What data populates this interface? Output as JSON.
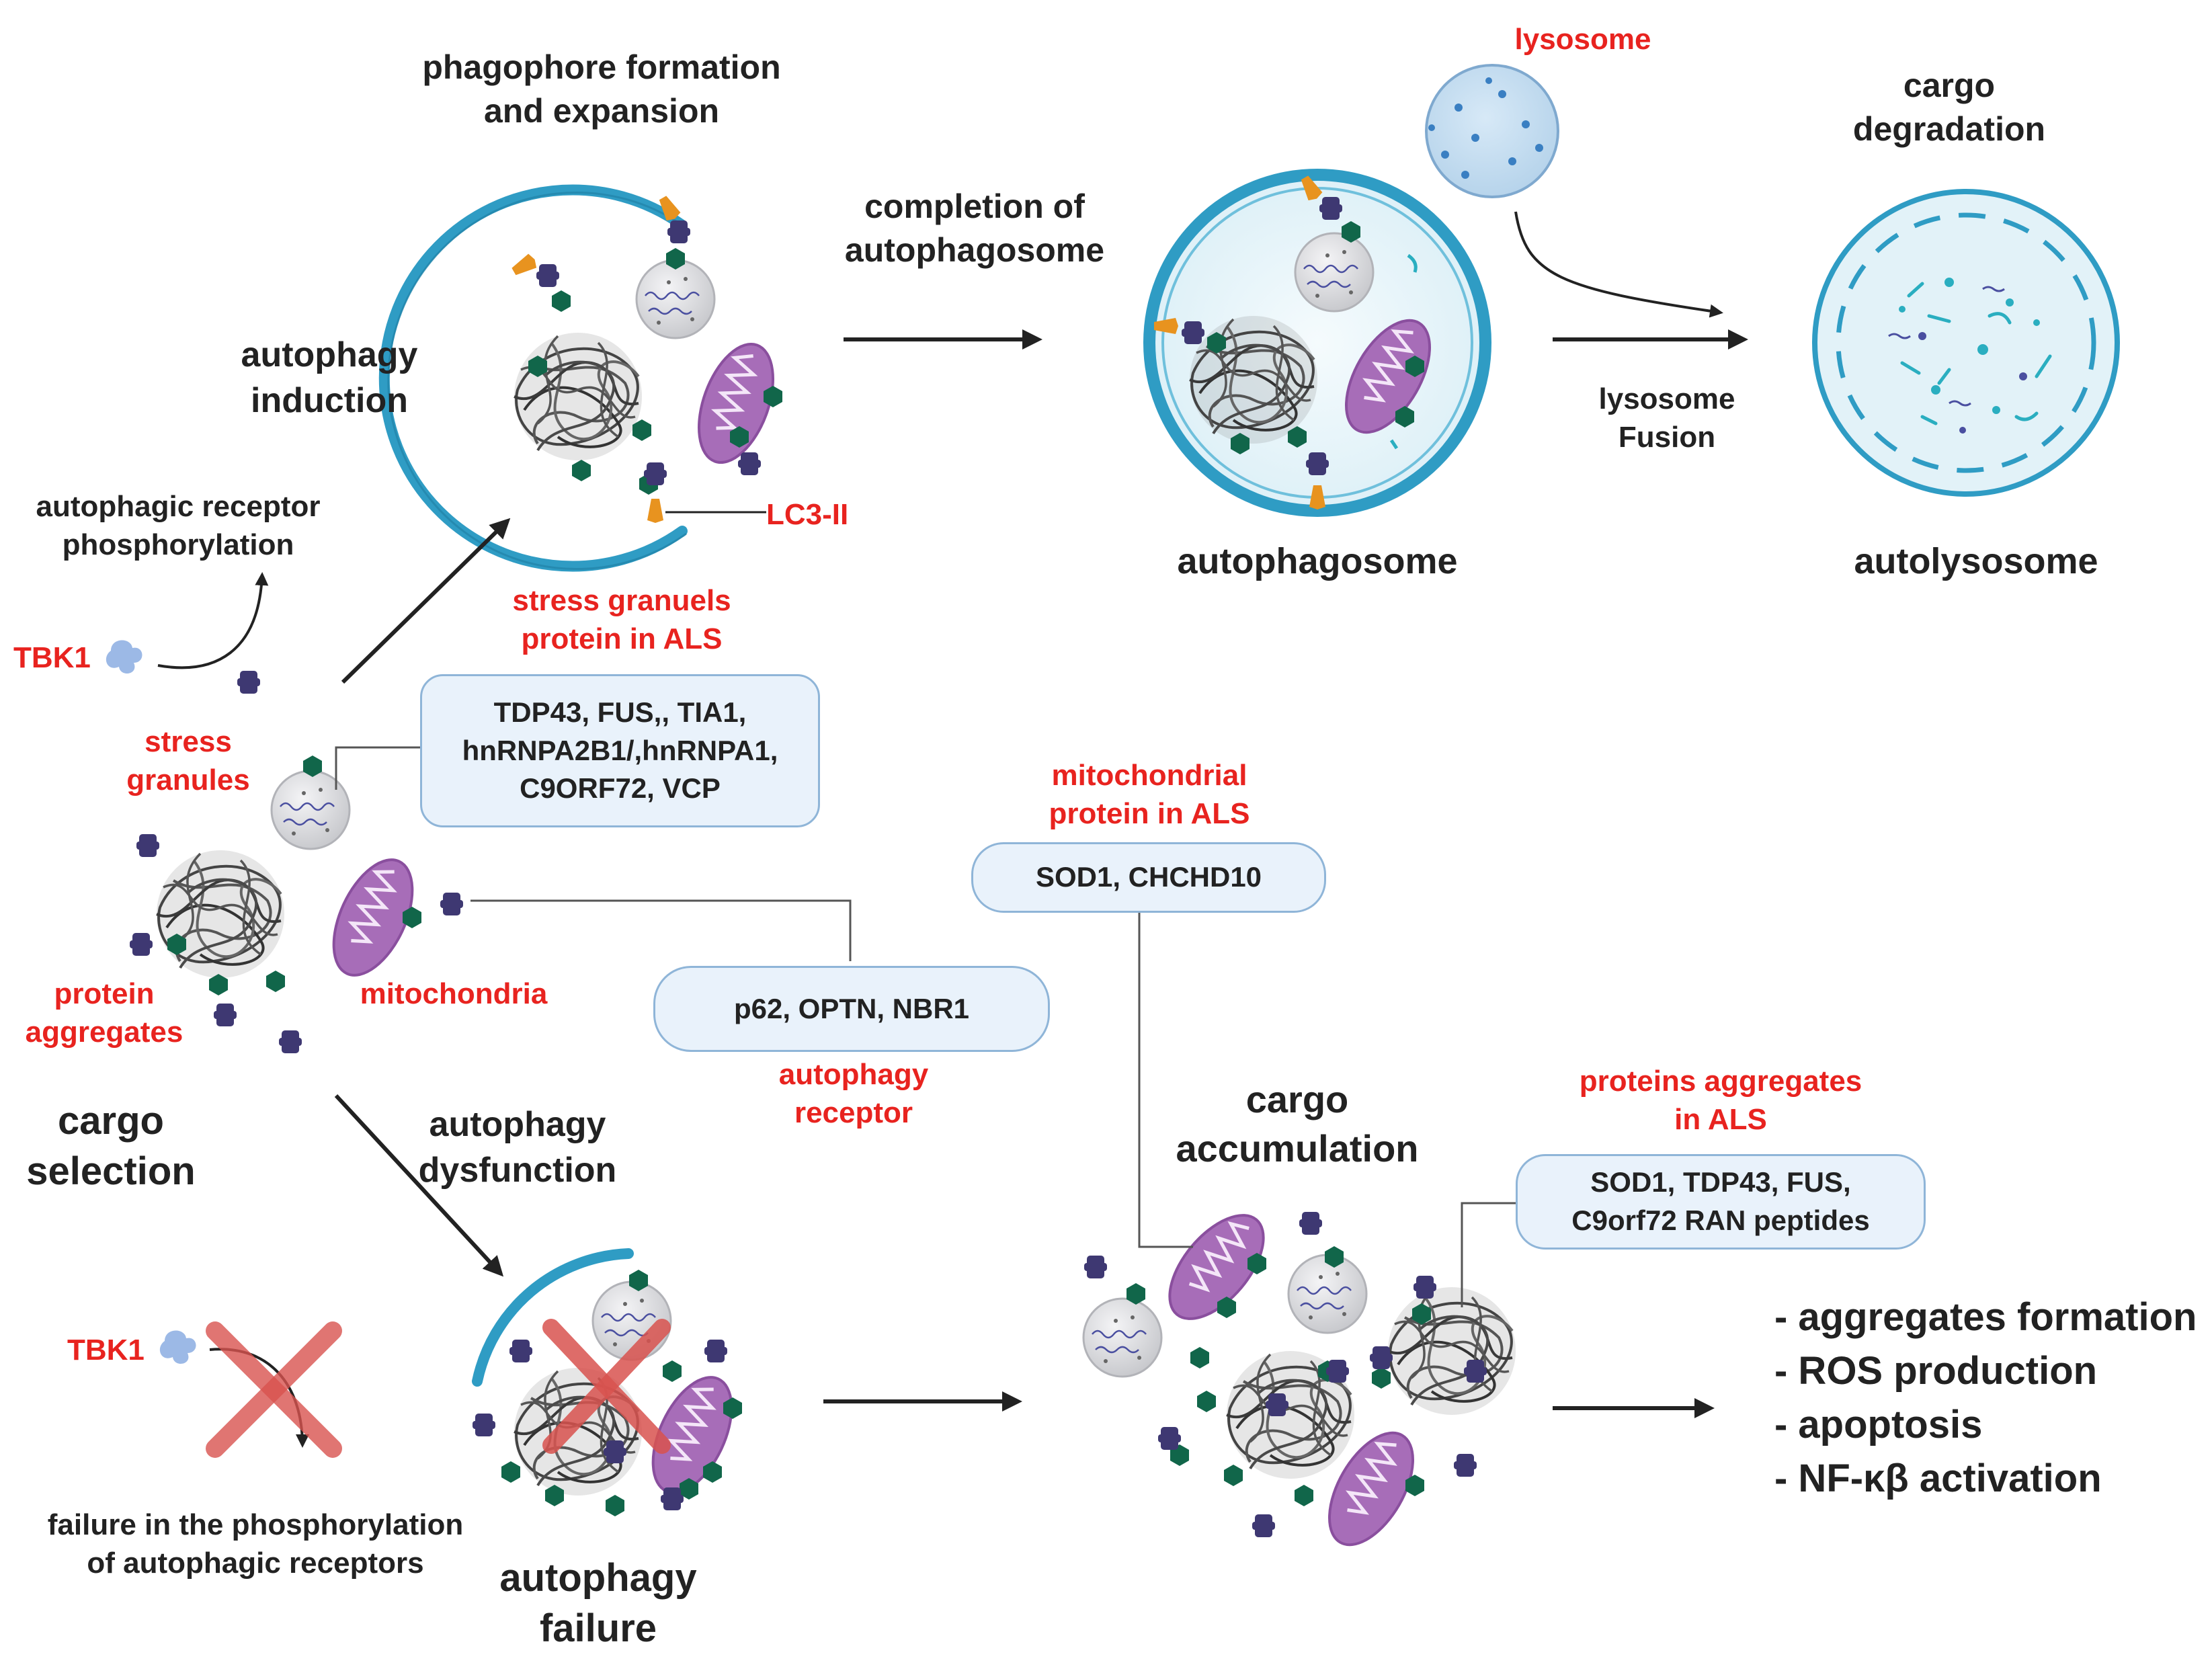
{
  "labels": {
    "phagophore": "phagophore formation\nand expansion",
    "completion": "completion of\nautophagosome",
    "lysosome": "lysosome",
    "cargo_degradation": "cargo\ndegradation",
    "autophagy_induction": "autophagy\ninduction",
    "autophagic_receptor_phosphorylation": "autophagic receptor\nphosphorylation",
    "lc3": "LC3-II",
    "lysosome_fusion": "lysosome\nFusion",
    "autophagosome": "autophagosome",
    "autolysosome": "autolysosome",
    "tbk1_top": "TBK1",
    "stress_granules_als": "stress granuels\nprotein in ALS",
    "stress_granules": "stress\ngranules",
    "protein_aggregates": "protein\naggregates",
    "mitochondria": "mitochondria",
    "mitochondrial_protein_als": "mitochondrial\nprotein in ALS",
    "autophagy_receptor": "autophagy\nreceptor",
    "cargo_selection": "cargo\nselection",
    "autophagy_dysfunction": "autophagy\ndysfunction",
    "cargo_accumulation": "cargo\naccumulation",
    "proteins_aggregates_als": "proteins aggregates\nin ALS",
    "tbk1_bottom": "TBK1",
    "failure_phosphorylation": "failure in the phosphorylation\nof autophagic receptors",
    "autophagy_failure": "autophagy\nfailure"
  },
  "boxes": {
    "stress_granule_proteins": "TDP43, FUS,, TIA1,\nhnRNPA2B1/,hnRNPA1,\nC9ORF72, VCP",
    "mitochondrial_proteins": "SOD1, CHCHD10",
    "autophagy_receptors": "p62, OPTN, NBR1",
    "aggregate_proteins": "SOD1, TDP43, FUS,\nC9orf72 RAN peptides"
  },
  "outcomes": [
    "- aggregates formation",
    "- ROS production",
    "- apoptosis",
    "- NF-κβ activation"
  ],
  "colors": {
    "label_red": "#e8231f",
    "label_black": "#222222",
    "membrane_blue": "#2f9cc4",
    "box_fill": "#e9f2fb",
    "box_border": "#8fb5d8",
    "receptor_green": "#11664a",
    "receptor_purple": "#3e3872",
    "lc3_orange": "#e8931f",
    "mitochondria_purple": "#a76db8",
    "cross_red": "#d9534f"
  }
}
